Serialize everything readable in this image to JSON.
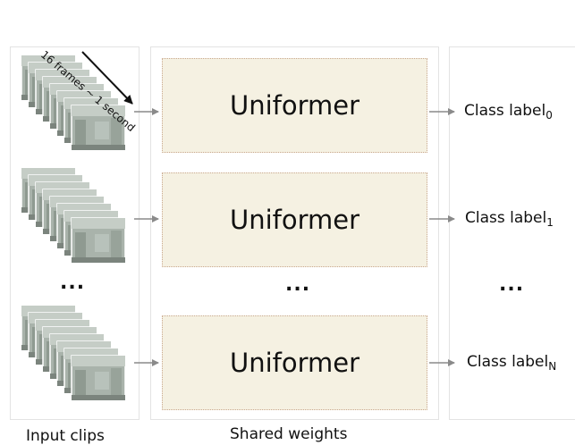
{
  "annotation": {
    "frames_text": "16 frames ~ 1 second"
  },
  "model": {
    "name": "Uniformer"
  },
  "rows": [
    {
      "class_label": "Class label",
      "subscript": "0"
    },
    {
      "class_label": "Class label",
      "subscript": "1"
    },
    {
      "class_label": "Class label",
      "subscript": "N"
    }
  ],
  "ellipsis": "...",
  "captions": {
    "input": "Input clips",
    "shared": "Shared weights"
  },
  "colors": {
    "model_fill": "#f5f1e2",
    "model_border": "#c9a88e",
    "arrow": "#8a8a8a"
  }
}
